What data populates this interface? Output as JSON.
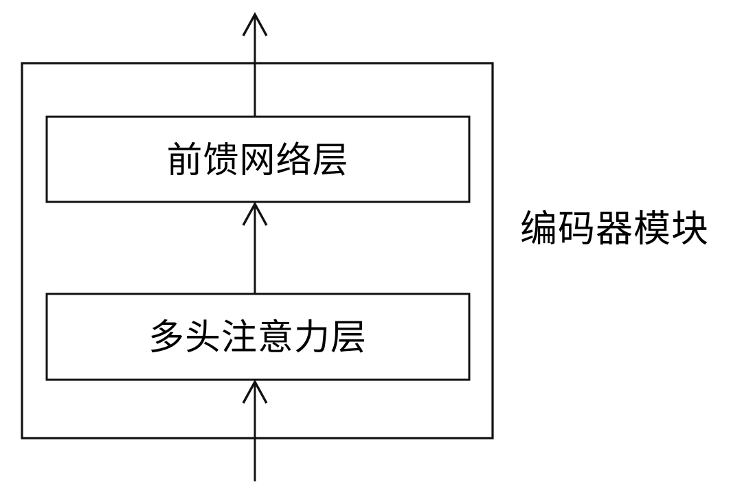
{
  "diagram": {
    "title": "编码器模块",
    "background_color": "#ffffff",
    "stroke_color": "#111111",
    "text_color": "#000000",
    "container": {
      "name": "encoder-module-container",
      "label": "编码器模块",
      "label_position": "right-outside"
    },
    "blocks": [
      {
        "id": "feed-forward",
        "label": "前馈网络层",
        "order": 2
      },
      {
        "id": "multi-head-attention",
        "label": "多头注意力层",
        "order": 1
      }
    ],
    "connections": [
      {
        "id": "input-arrow",
        "from": "input",
        "to": "multi-head-attention",
        "direction": "up",
        "arrowhead": "open-v"
      },
      {
        "id": "attention-to-ffn-arrow",
        "from": "multi-head-attention",
        "to": "feed-forward",
        "direction": "up",
        "arrowhead": "open-v"
      },
      {
        "id": "output-arrow",
        "from": "feed-forward",
        "to": "output",
        "direction": "up",
        "arrowhead": "open-v"
      }
    ]
  }
}
